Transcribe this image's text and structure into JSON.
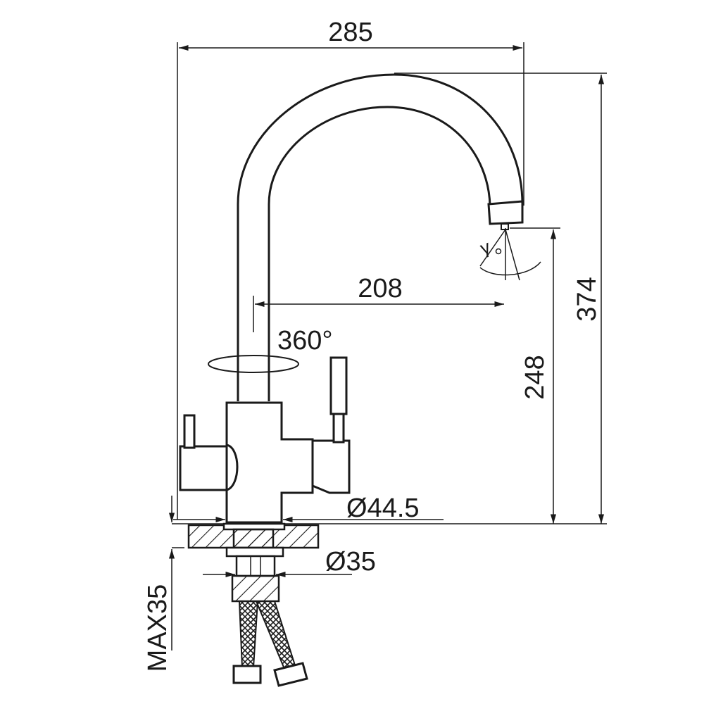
{
  "drawing": {
    "dimensions": {
      "overall_width": "285",
      "overall_height": "374",
      "spout_reach": "208",
      "outlet_height": "248",
      "swivel": "360°",
      "base_diameter": "Ø44.5",
      "mount_diameter": "Ø35",
      "max_deck_thickness": "MAX35"
    },
    "outlet_angle_mark": "γ"
  }
}
